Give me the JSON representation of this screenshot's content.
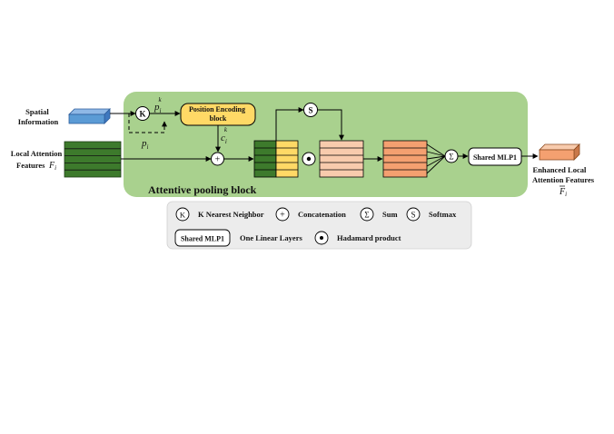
{
  "diagram": {
    "block_title": "Attentive pooling block",
    "input_spatial": [
      "Spatial",
      "Information"
    ],
    "input_local": [
      "Local Attention",
      "Features"
    ],
    "input_local_symbol": "F",
    "input_local_sub": "i",
    "output": [
      "Enhanced Local",
      "Attention  Features"
    ],
    "output_symbol": "F",
    "output_sub": "i",
    "knn_symbol": "K",
    "softmax_symbol": "S",
    "concat_symbol": "+",
    "sum_symbol": "Σ",
    "hadamard_symbol": "•",
    "pe_block": [
      "Position Encoding",
      "block"
    ],
    "p_label": "p",
    "p_sub": "i",
    "p_sup": "k",
    "c_label": "c",
    "c_sub": "i",
    "c_sup": "k",
    "mlp_label": "Shared MLP1"
  },
  "legend": {
    "knn_symbol": "K",
    "knn": "K Nearest Neighbor",
    "concat_symbol": "+",
    "concat": "Concatenation",
    "sum_symbol": "Σ",
    "sum": "Sum",
    "softmax_symbol": "S",
    "softmax": "Softmax",
    "mlp_box": "Shared MLP1",
    "linear": "One Linear Layers",
    "hadamard_symbol": "•",
    "hadamard": "Hadamard product"
  },
  "colors": {
    "block_bg": "#a9d18e",
    "dark_green": "#3d7a2c",
    "yellow": "#ffd966",
    "peach": "#f8cbad",
    "orange": "#f4a070",
    "blue": "#5b9bd5",
    "legend_bg": "#ececec"
  }
}
